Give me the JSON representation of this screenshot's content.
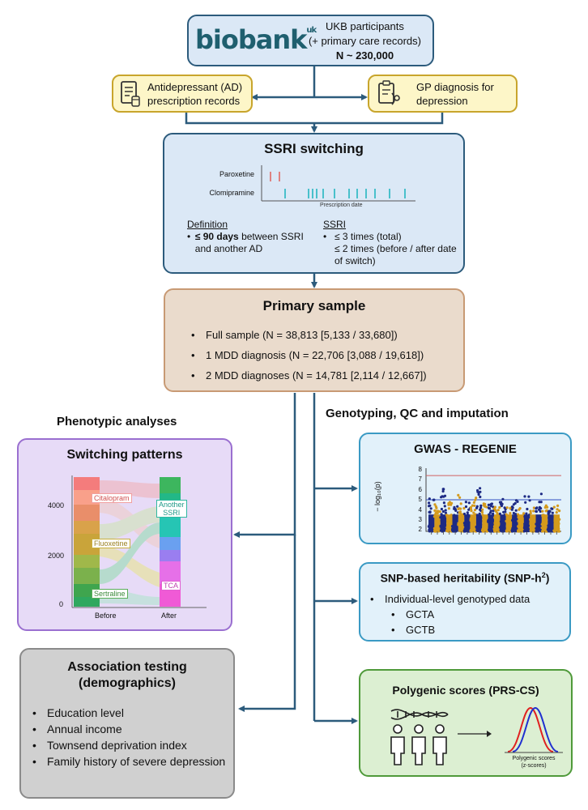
{
  "ukb": {
    "logo": "biobank",
    "logo_sup": "uk",
    "line1": "UKB participants",
    "line2": "(+ primary care records)",
    "n": "N ~ 230,000"
  },
  "ad_box": {
    "line1": "Antidepressant (AD)",
    "line2": "prescription records"
  },
  "gp_box": {
    "line1": "GP diagnosis for",
    "line2": "depression"
  },
  "ssri": {
    "title": "SSRI switching",
    "drug1": "Paroxetine",
    "drug2": "Clomipramine",
    "axis": "Prescription date",
    "def_head": "Definition",
    "def_bold": "≤ 90 days",
    "def_rest": " between SSRI and another AD",
    "ssri_head": "SSRI",
    "ssri_l1": "≤ 3 times (total)",
    "ssri_l2": "≤ 2 times (before / after date of switch)"
  },
  "primary": {
    "title": "Primary sample",
    "items": [
      "Full sample (N = 38,813 [5,133 / 33,680])",
      "1 MDD diagnosis (N = 22,706 [3,088 / 19,618])",
      "2 MDD diagnoses (N = 14,781 [2,114 / 12,667])"
    ]
  },
  "pheno_heading": "Phenotypic analyses",
  "geno_heading": "Genotyping, QC and imputation",
  "switching": {
    "title": "Switching patterns",
    "y_ticks": [
      "4000",
      "2000",
      "0"
    ],
    "x_ticks": [
      "Before",
      "After"
    ],
    "left_labels": [
      "Citalopram",
      "Fluoxetine",
      "Sertraline"
    ],
    "right_label1a": "Another",
    "right_label1b": "SSRI",
    "right_label2": "TCA"
  },
  "assoc": {
    "title1": "Association testing",
    "title2": "(demographics)",
    "items": [
      "Education level",
      "Annual income",
      "Townsend deprivation index",
      "Family history of severe depression"
    ]
  },
  "gwas": {
    "title": "GWAS - REGENIE",
    "y_ticks": [
      "8",
      "7",
      "6",
      "5",
      "4",
      "3",
      "2"
    ],
    "ylabel": "− log₁₀(p)"
  },
  "snp": {
    "title": "SNP-based heritability (SNP-h",
    "title_sup": "2",
    "title_end": ")",
    "item": "Individual-level genotyped data",
    "sub1": "GCTA",
    "sub2": "GCTB"
  },
  "prs": {
    "title": "Polygenic scores (PRS-CS)",
    "cap1": "Polygenic scores",
    "cap2": "(z-scores)"
  },
  "colors": {
    "blue_box": "#dbe8f6",
    "yellow_box": "#fdf6c8",
    "yellow_border": "#c8a52c",
    "tan_box": "#eadbcc",
    "purple_box": "#e7dbf7",
    "purple_border": "#9a6fd0",
    "gray_box": "#d0d0d0",
    "light_blue_box": "#e2f1fa",
    "green_box": "#dcefd2",
    "green_border": "#4f9a3a",
    "arrow": "#2c5b7c",
    "gwas_navy": "#1d2a84",
    "gwas_orange": "#d49a1c"
  }
}
